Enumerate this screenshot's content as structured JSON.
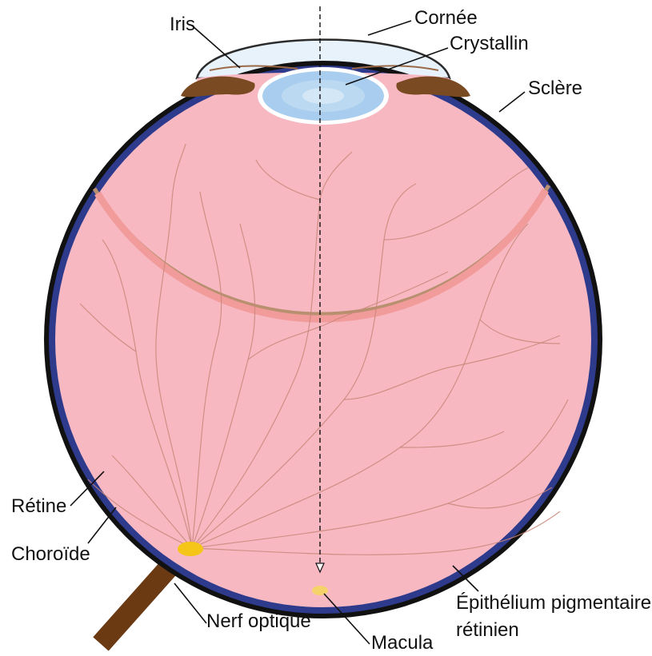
{
  "labels": {
    "iris": "Iris",
    "cornee": "Cornée",
    "crystallin": "Crystallin",
    "sclere": "Sclère",
    "retine": "Rétine",
    "choroide": "Choroïde",
    "nerf_optique": "Nerf optique",
    "macula": "Macula",
    "epithelium_line1": "Épithélium pigmentaire",
    "epithelium_line2": "rétinien"
  },
  "colors": {
    "interior": "#f7b8c2",
    "retina_band": "#f29b9b",
    "epithelium": "#b89070",
    "choroid": "#2e3a8c",
    "sclera": "#111111",
    "cornea": "#e8f2fb",
    "lens": "#b9d7f0",
    "iris": "#7a4a22",
    "optic_nerve": "#6b3a13",
    "macula": "#f5d36a",
    "optic_disc": "#f5c518",
    "vessel": "#c98779"
  }
}
